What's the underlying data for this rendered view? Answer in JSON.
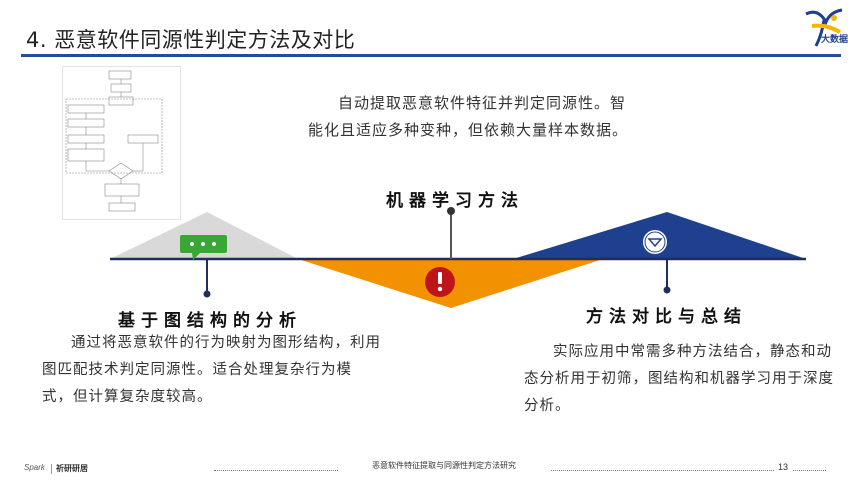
{
  "slide": {
    "title": "4. 恶意软件同源性判定方法及对比",
    "logo_text": "大数据",
    "colors": {
      "title_rule": "#1f4e9a",
      "grey_triangle": "#d9d9d9",
      "orange_triangle": "#f39200",
      "blue_triangle": "#1f3f8f",
      "green_icon": "#3aa635",
      "red_icon": "#c0141b",
      "axis": "#1f2f5a"
    }
  },
  "center": {
    "description": "自动提取恶意软件特征并判定同源性。智能化且适应多种变种，但依赖大量样本数据。",
    "heading": "机器学习方法",
    "icon": "warning-icon"
  },
  "left": {
    "heading": "基于图结构的分析",
    "description": "通过将恶意软件的行为映射为图形结构，利用图匹配技术判定同源性。适合处理复杂行为模式，但计算复杂度较高。",
    "icon": "chat-bubble-icon"
  },
  "right": {
    "heading": "方法对比与总结",
    "description": "实际应用中常需多种方法结合，静态和动态分析用于初筛，图结构和机器学习用于深度分析。",
    "icon": "chevron-down-icon"
  },
  "footer": {
    "brand": "Spark",
    "brand_cn": "祈研研居",
    "text": "恶意软件特征提取与同源性判定方法研究",
    "page": "13"
  }
}
